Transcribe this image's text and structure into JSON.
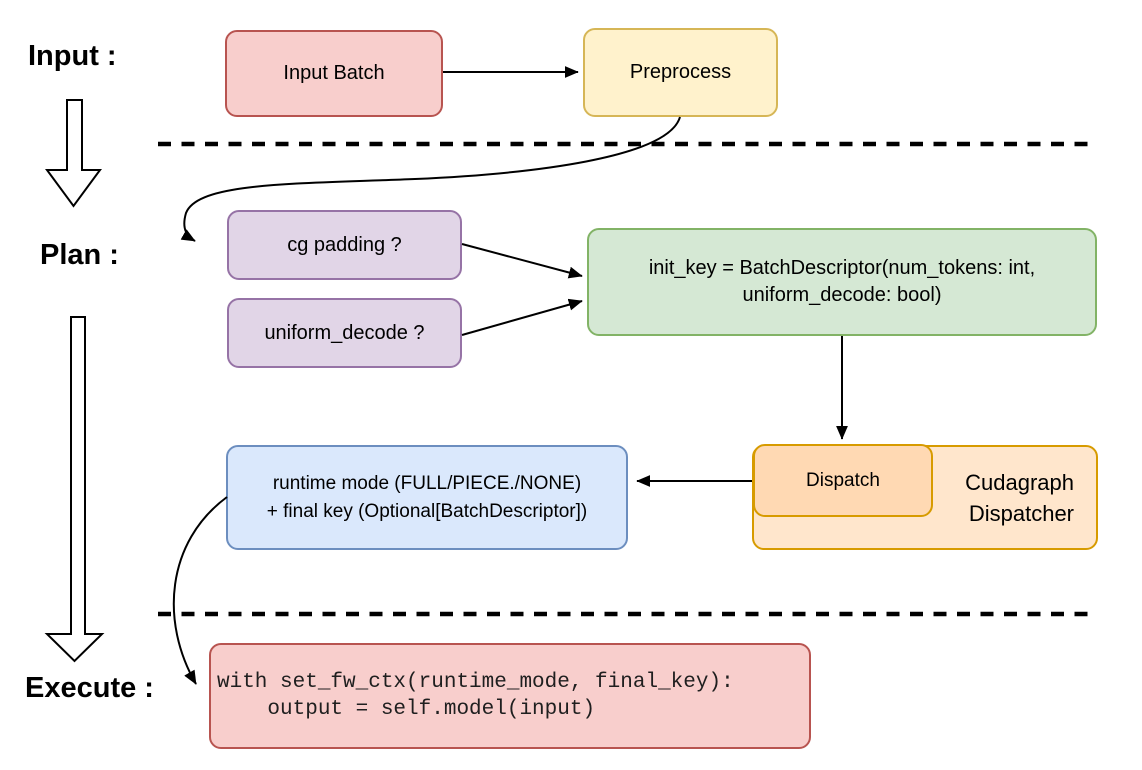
{
  "diagram": {
    "section_labels": {
      "input": "Input :",
      "plan": "Plan :",
      "execute": "Execute :"
    },
    "nodes": {
      "input_batch": {
        "label": "Input Batch"
      },
      "preprocess": {
        "label": "Preprocess"
      },
      "cg_padding": {
        "label": "cg padding ?"
      },
      "uniform_decode": {
        "label": "uniform_decode ?"
      },
      "init_key": {
        "line1": "init_key = BatchDescriptor(num_tokens: int,",
        "line2": "uniform_decode: bool)"
      },
      "runtime_mode": {
        "line1": "runtime mode (FULL/PIECE./NONE)",
        "line2": "+ final key (Optional[BatchDescriptor])"
      },
      "dispatch": {
        "label": "Dispatch"
      },
      "cudagraph_dispatcher": {
        "line1": "Cudagraph",
        "line2": "Dispatcher"
      },
      "execute_code": {
        "line1": "with set_fw_ctx(runtime_mode, final_key):",
        "line2": "    output = self.model(input)"
      }
    },
    "colors": {
      "red_fill": "#f8cecc",
      "red_stroke": "#b85450",
      "yellow_fill": "#fff2cc",
      "yellow_stroke": "#d6b656",
      "purple_fill": "#e1d5e7",
      "purple_stroke": "#9673a6",
      "green_fill": "#d5e8d4",
      "green_stroke": "#82b366",
      "blue_fill": "#dae8fc",
      "blue_stroke": "#6c8ebf",
      "orange_fill": "#ffe6cc",
      "orange_stroke": "#d79b00",
      "orange_inner_fill": "#ffd9b3",
      "line_color": "#000000"
    }
  }
}
